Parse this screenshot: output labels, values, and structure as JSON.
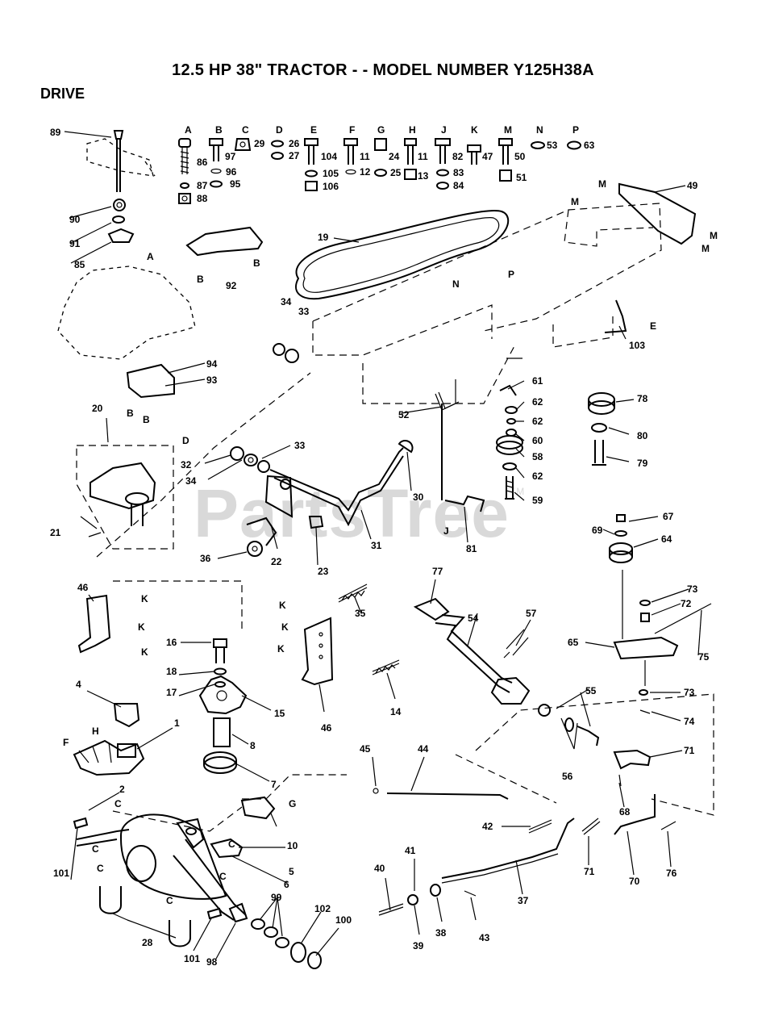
{
  "title": "12.5 HP 38\" TRACTOR - - MODEL NUMBER Y125H38A",
  "section": "DRIVE",
  "watermark": "PartsTree",
  "watermark_mark": "TM",
  "hardware_columns": [
    "A",
    "B",
    "C",
    "D",
    "E",
    "F",
    "G",
    "H",
    "J",
    "K",
    "M",
    "N",
    "P"
  ],
  "callouts": [
    "1",
    "2",
    "4",
    "5",
    "6",
    "7",
    "8",
    "10",
    "11",
    "12",
    "13",
    "14",
    "15",
    "16",
    "17",
    "18",
    "19",
    "20",
    "21",
    "22",
    "23",
    "24",
    "25",
    "26",
    "27",
    "28",
    "29",
    "30",
    "31",
    "32",
    "33",
    "34",
    "35",
    "36",
    "37",
    "38",
    "39",
    "40",
    "41",
    "42",
    "43",
    "44",
    "45",
    "46",
    "47",
    "49",
    "50",
    "51",
    "52",
    "53",
    "54",
    "55",
    "56",
    "57",
    "58",
    "59",
    "60",
    "61",
    "62",
    "63",
    "64",
    "65",
    "67",
    "68",
    "69",
    "70",
    "71",
    "72",
    "73",
    "74",
    "75",
    "76",
    "77",
    "78",
    "79",
    "80",
    "81",
    "82",
    "83",
    "84",
    "85",
    "86",
    "87",
    "88",
    "89",
    "90",
    "91",
    "92",
    "93",
    "94",
    "95",
    "96",
    "97",
    "98",
    "99",
    "100",
    "101",
    "102",
    "103",
    "104",
    "105",
    "106"
  ],
  "connector_letters": [
    "A",
    "B",
    "C",
    "D",
    "E",
    "F",
    "G",
    "H",
    "J",
    "K",
    "M",
    "N",
    "P"
  ]
}
